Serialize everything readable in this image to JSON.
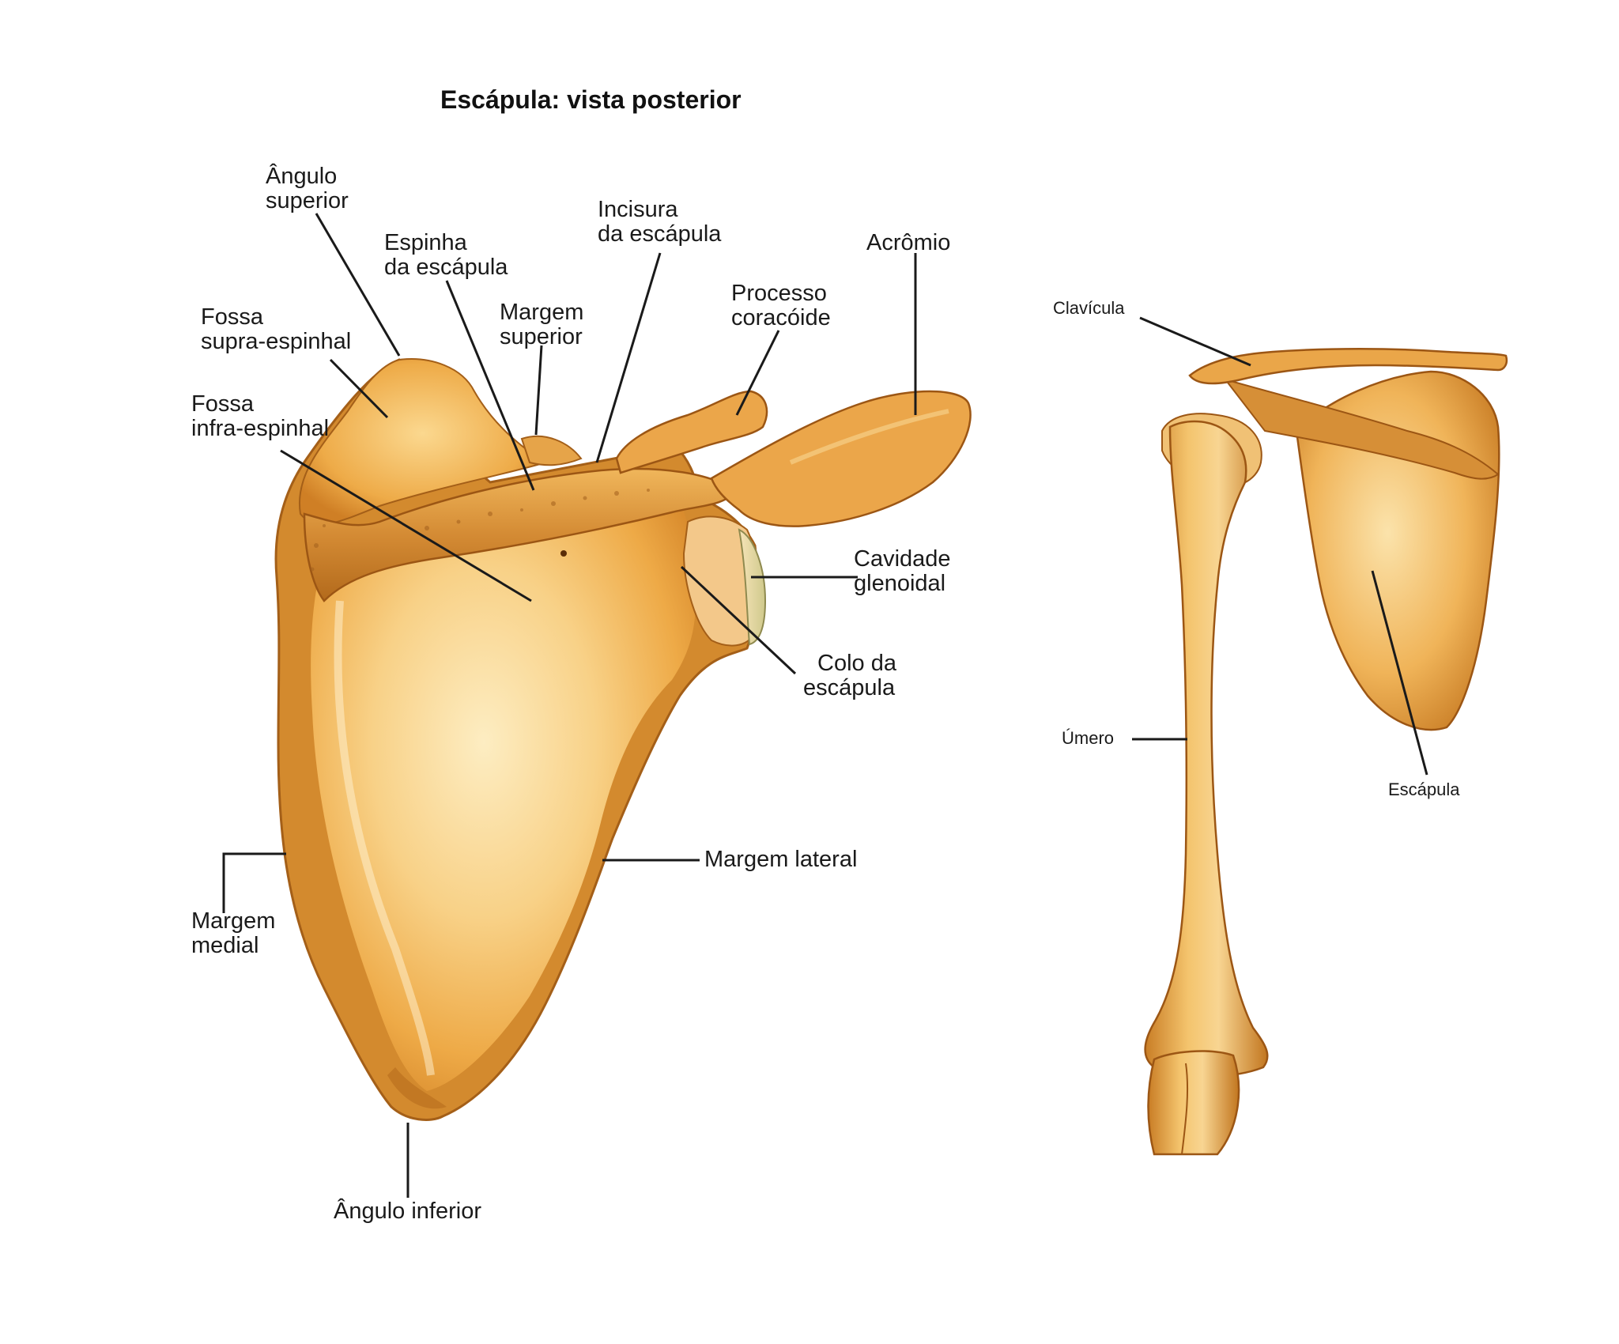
{
  "title": "Escápula: vista posterior",
  "labels": {
    "angulo_superior": [
      "Ângulo",
      "superior"
    ],
    "espinha": [
      "Espinha",
      "da escápula"
    ],
    "incisura": [
      "Incisura",
      "da escápula"
    ],
    "acromio": [
      "Acrômio"
    ],
    "fossa_supra": [
      "Fossa",
      "supra-espinhal"
    ],
    "margem_superior": [
      "Margem",
      "superior"
    ],
    "processo_coracoide": [
      "Processo",
      "coracóide"
    ],
    "fossa_infra": [
      "Fossa",
      "infra-espinhal"
    ],
    "cavidade_glenoidal": [
      "Cavidade",
      "glenoidal"
    ],
    "colo": [
      "Colo da",
      "escápula"
    ],
    "margem_lateral": [
      "Margem lateral"
    ],
    "margem_medial": [
      "Margem",
      "medial"
    ],
    "angulo_inferior": [
      "Ângulo inferior"
    ],
    "clavicula": [
      "Clavícula"
    ],
    "umero": [
      "Úmero"
    ],
    "escapula": [
      "Escápula"
    ]
  },
  "colors": {
    "bone_light": "#fbe0a2",
    "bone_mid": "#f2b553",
    "bone_dark": "#c97d25",
    "bone_shadow": "#a65e17",
    "leader": "#1a1a1a"
  }
}
